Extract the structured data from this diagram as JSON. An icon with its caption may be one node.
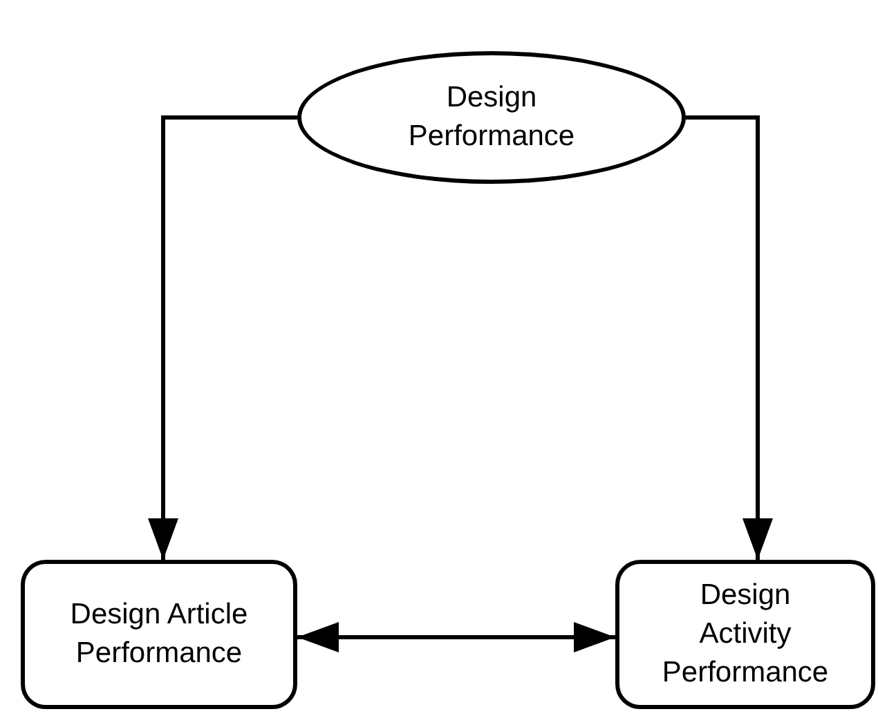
{
  "diagram": {
    "nodes": [
      {
        "text": [
          "Design Performance"
        ]
      },
      {
        "text": [
          "Design Article Performance"
        ]
      },
      {
        "text": [
          "Design Activity Performance"
        ]
      }
    ],
    "edges": [
      {
        "from": 0,
        "to": 1,
        "arrow": "to"
      },
      {
        "from": 0,
        "to": 2,
        "arrow": "to"
      },
      {
        "from": 1,
        "to": 2,
        "arrow": "both"
      }
    ]
  }
}
